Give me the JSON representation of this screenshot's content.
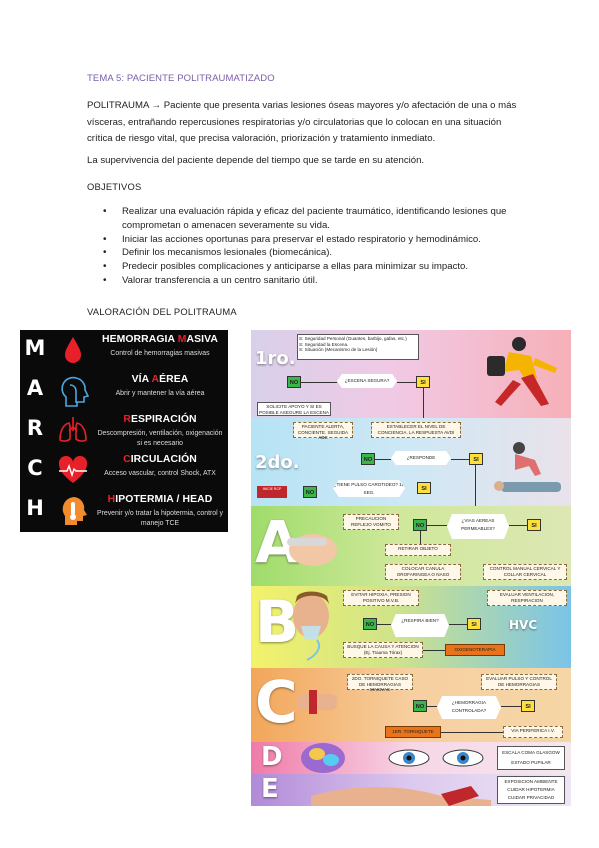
{
  "doc": {
    "title": "TEMA 5: PACIENTE POLITRAUMATIZADO",
    "definition": "POLITRAUMA → Paciente que presenta varias lesiones óseas mayores y/o afectación de una o más vísceras, entrañando repercusiones respiratorias y/o circulatorias que lo colocan en una situación crítica de riesgo vital, que precisa valoración, priorización y tratamiento inmediato.",
    "survival": "La supervivencia del paciente depende del tiempo que se tarde en su atención.",
    "objectives_heading": "OBJETIVOS",
    "objectives": [
      "Realizar una evaluación rápida y eficaz del paciente traumático, identificando lesiones que comprometan o amenacen severamente su vida.",
      "Iniciar las acciones oportunas para preservar el estado respiratorio y hemodinámico.",
      "Definir los mecanismos lesionales (biomecánica).",
      "Predecir posibles complicaciones y anticiparse a ellas para minimizar su impacto.",
      "Valorar transferencia a un centro sanitario útil."
    ],
    "valoracion_heading": "VALORACIÓN DEL POLITRAUMA"
  },
  "march": {
    "rows": [
      {
        "letter": "M",
        "title_acc": "M",
        "title_pre": "HEMORRAGIA ",
        "title_post": "ASIVA",
        "sub": "Control de hemorragias masivas",
        "icon": "blood-drop-icon"
      },
      {
        "letter": "A",
        "title_pre": "VÍA ",
        "title_acc": "A",
        "title_post": "ÉREA",
        "sub": "Abrir y mantener la vía aérea",
        "icon": "airway-head-icon"
      },
      {
        "letter": "R",
        "title_pre": "",
        "title_acc": "R",
        "title_post": "ESPIRACIÓN",
        "sub": "Descompresión, ventilación, oxigenación si es necesario",
        "icon": "lungs-icon"
      },
      {
        "letter": "C",
        "title_pre": "",
        "title_acc": "C",
        "title_post": "IRCULACIÓN",
        "sub": "Acceso vascular, control Shock, ATX",
        "icon": "heart-pulse-icon"
      },
      {
        "letter": "H",
        "title_pre": "",
        "title_acc": "H",
        "title_post": "IPOTERMIA / HEAD",
        "sub": "Prevenir y/o tratar la hipotermia, control y manejo TCE",
        "icon": "head-thermometer-icon"
      }
    ]
  },
  "flow": {
    "b1_label": "1ro.",
    "b1_box": "S: Seguridad Personal (Guantes, barbijo, gafas, etc.)\nS: Seguridad la Escena.\nS: Situación (Mecanismo de la Lesión)",
    "b1_q": "¿ESCENA SEGURA?",
    "b1_no_box": "SOLICITE APOYO Y SI ES POSIBLE ASEGURE LA ESCENA",
    "b2_label": "2do.",
    "b2_box1": "PACIENTE ALERTA, CONCIENTE. SEGUIDA ABC",
    "b2_box2": "ESTABLECER EL NIVEL DE CONCIENCIA. LA RESPUESTA AVDI",
    "b2_q": "¿RESPONDE",
    "b2_q2": "¿TIENE PULSO CAROTIDEO? 10 SEG.",
    "b2_red": "INICIE RCP",
    "a_label": "A",
    "a_box1": "PRECAUCION REFLEJO VOMITO",
    "a_q": "¿VIAS AEREAS PERMEABLES?",
    "a_box2": "RETIRAR OBJETO",
    "a_box3": "COLOCAR CANULA OROFARINGEA O NASO",
    "a_box4": "CONTROL MANUAL CERVICAL Y COLLAR CERVICAL",
    "b_label": "B",
    "b_box1": "EVITAR HIPOXIA, PRESION POSITIVO M.V.B.",
    "b_box2": "EVALUAR VENTILACION, RESPIRACION",
    "b_q": "¿RESPIRA BIEN?",
    "b_hvc": "HVC",
    "b_box3": "BUSQUE LA CAUSA Y ATENCION (Ej. Trauma Tórax)",
    "b_orange": "OXIGENOTERAPIA",
    "c_label": "C",
    "c_box1": "2DO. TORNIQUETE CASO DE HEMORRAGIAS MASIVAS",
    "c_box2": "EVALUAR PULSO Y CONTROL DE HEMORRAGIAS",
    "c_q": "¿HEMORRAGIA CONTROLADA?",
    "c_orange1": "1ER. TORNIQUETE",
    "c_box3": "VIA PERIFERICA I.V.",
    "d_label": "D",
    "d_items": [
      "ESCALA COMA GLASGOW",
      "ESTADO PUPILAR"
    ],
    "e_label": "E",
    "e_items": [
      "EXPOSICION AMBIENTE",
      "CUIDAR HIPOTERMIA",
      "CUIDAR PRIVACIDAD"
    ],
    "no": "NO",
    "si": "SI"
  },
  "colors": {
    "title": "#7b5ea7",
    "march_red": "#e8202a",
    "yes": "#ffe03a",
    "no": "#39b54a"
  }
}
